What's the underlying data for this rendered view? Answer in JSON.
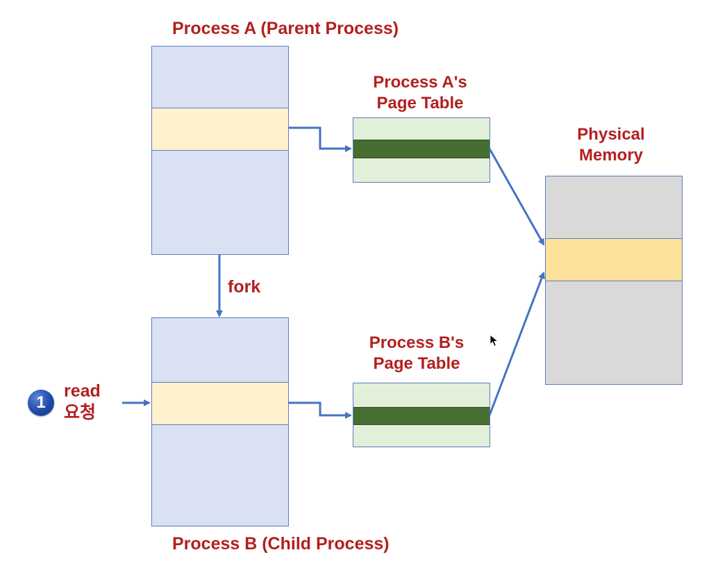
{
  "labels": {
    "process_a": "Process A (Parent Process)",
    "process_b": "Process B (Child Process)",
    "page_table_a_line1": "Process A's",
    "page_table_a_line2": "Page Table",
    "page_table_b_line1": "Process B's",
    "page_table_b_line2": "Page Table",
    "physical_line1": "Physical",
    "physical_line2": "Memory",
    "fork": "fork",
    "step_number": "1",
    "read_line1": "read",
    "read_line2": "요청"
  },
  "colors": {
    "label_red": "#b41f1f",
    "arrow_blue": "#4472c4",
    "process_fill": "#d9e1f2",
    "process_page_fill": "#fff2cc",
    "page_table_fill": "#e2efda",
    "page_table_entry_fill": "#466e31",
    "physical_fill": "#d9d9d9",
    "physical_frame_fill": "#ffe29a",
    "badge_blue": "#1f4aa8"
  }
}
